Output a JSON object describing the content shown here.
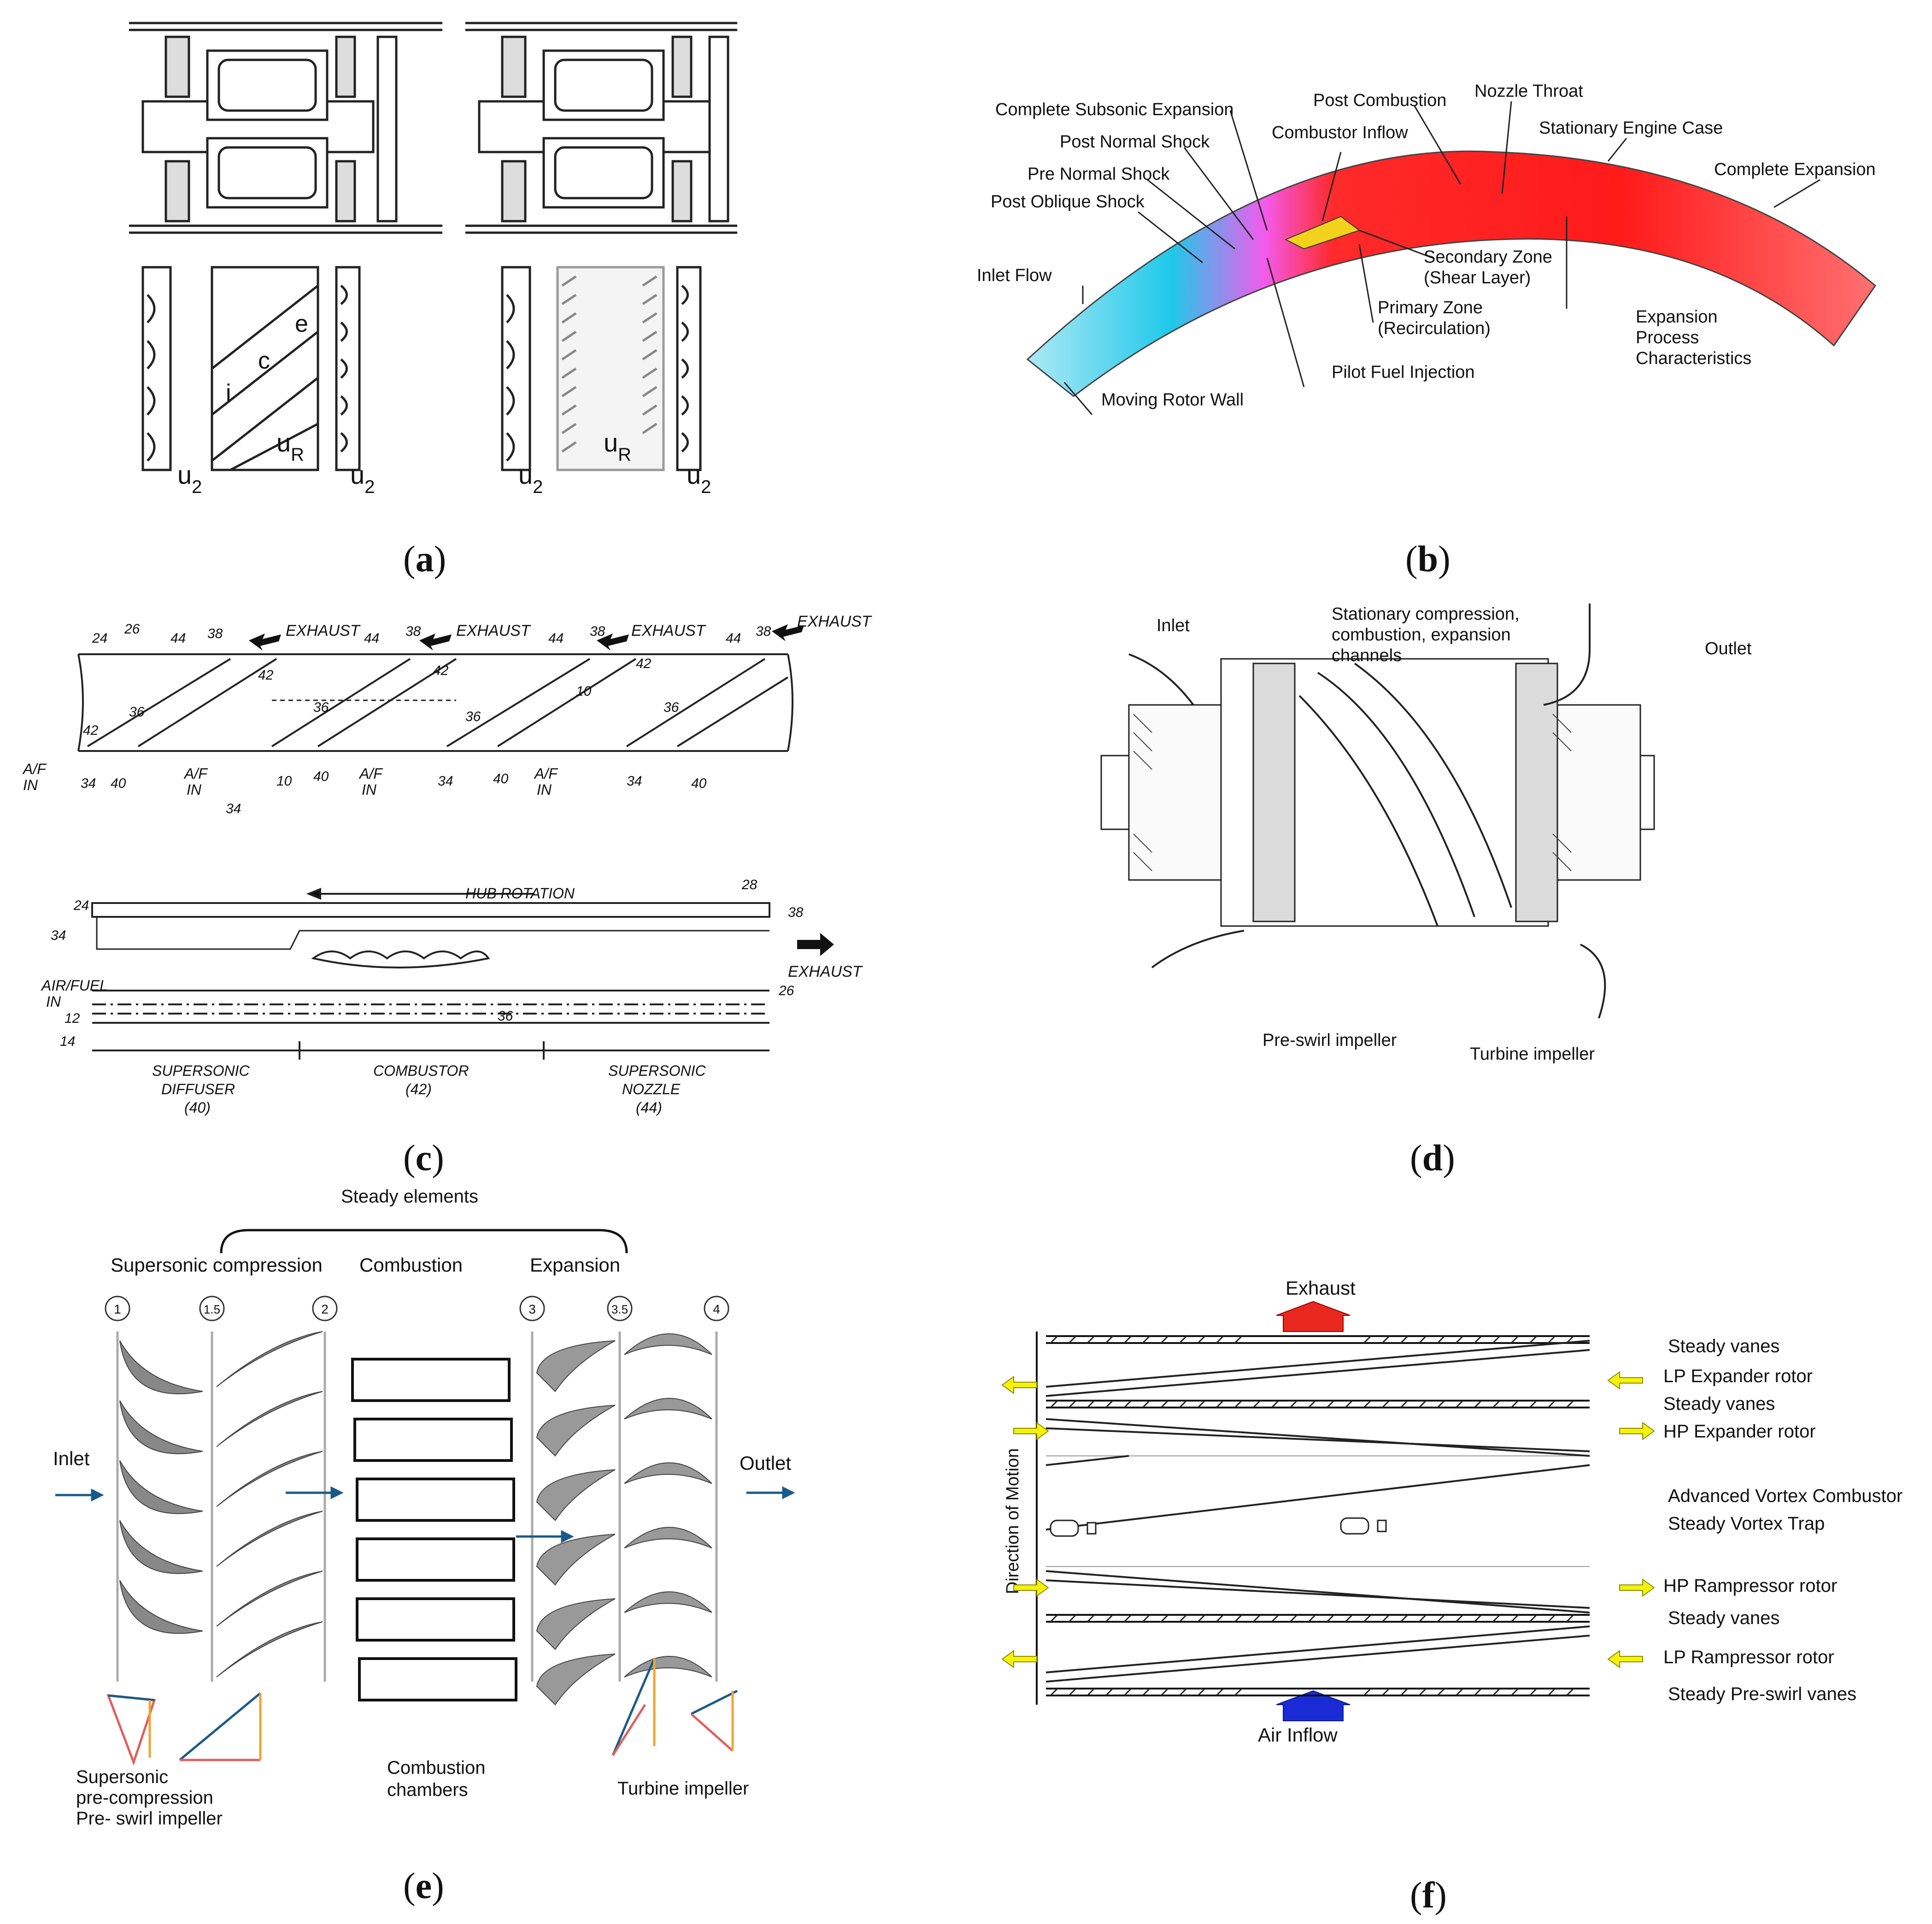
{
  "captions": {
    "a": {
      "open": "(",
      "letter": "a",
      "close": ")"
    },
    "b": {
      "open": "(",
      "letter": "b",
      "close": ")"
    },
    "c": {
      "open": "(",
      "letter": "c",
      "close": ")"
    },
    "d": {
      "open": "(",
      "letter": "d",
      "close": ")"
    },
    "e": {
      "open": "(",
      "letter": "e",
      "close": ")"
    },
    "f": {
      "open": "(",
      "letter": "f",
      "close": ")"
    }
  },
  "panel_a": {
    "letter_e": "e",
    "letter_c": "c",
    "letter_i": "i",
    "u_left": "u",
    "u_left_sub": "2",
    "u_mid": "u",
    "u_mid_sub": "R",
    "u_right": "u",
    "u_right_sub": "2",
    "u2_left": "u",
    "u2_left_sub": "2",
    "uR_right": "u",
    "uR_right_sub": "R",
    "u2_right": "u",
    "u2_right_sub": "2"
  },
  "panel_b": {
    "labels": [
      "Complete Subsonic Expansion",
      "Post Combustion",
      "Nozzle Throat",
      "Post Normal Shock",
      "Combustor Inflow",
      "Stationary Engine Case",
      "Pre Normal Shock",
      "Complete Expansion",
      "Post Oblique Shock",
      "Inlet Flow",
      "Secondary Zone",
      "(Shear Layer)",
      "Primary Zone",
      "(Recirculation)",
      "Expansion",
      "Process",
      "Characteristics",
      "Pilot Fuel Injection",
      "Moving Rotor Wall"
    ]
  },
  "panel_c": {
    "top": {
      "exhaust": "EXHAUST",
      "af_in_1": "A/F",
      "in_1": "IN",
      "af_in_2": "A/F",
      "in_2": "IN",
      "nums": [
        "24",
        "26",
        "44",
        "38",
        "44",
        "38",
        "44",
        "38",
        "44",
        "38",
        "42",
        "42",
        "42",
        "42",
        "36",
        "36",
        "36",
        "36",
        "10",
        "10",
        "34",
        "40",
        "34",
        "40",
        "34",
        "40",
        "34",
        "40"
      ]
    },
    "bottom": {
      "hub_rotation": "HUB ROTATION",
      "exhaust": "EXHAUST",
      "air_fuel": "AIR/FUEL",
      "in": "IN",
      "supersonic_diffuser_1": "SUPERSONIC",
      "supersonic_diffuser_2": "DIFFUSER",
      "supersonic_diffuser_3": "(40)",
      "combustor_1": "COMBUSTOR",
      "combustor_2": "(42)",
      "nozzle_1": "SUPERSONIC",
      "nozzle_2": "NOZZLE",
      "nozzle_3": "(44)",
      "nums": [
        "24",
        "28",
        "38",
        "34",
        "12",
        "14",
        "36",
        "26"
      ]
    }
  },
  "panel_d": {
    "inlet": "Inlet",
    "stationary_1": "Stationary compression,",
    "stationary_2": "combustion, expansion",
    "stationary_3": "channels",
    "outlet": "Outlet",
    "preswirl": "Pre-swirl impeller",
    "turbine": "Turbine impeller"
  },
  "panel_e": {
    "steady_elements": "Steady elements",
    "supersonic_compression": "Supersonic compression",
    "combustion": "Combustion",
    "expansion": "Expansion",
    "stations": [
      "1",
      "1.5",
      "2",
      "3",
      "3.5",
      "4"
    ],
    "inlet": "Inlet",
    "outlet": "Outlet",
    "combustion_chambers_1": "Combustion",
    "combustion_chambers_2": "chambers",
    "supersonic_1": "Supersonic",
    "supersonic_2": "pre-compression",
    "supersonic_3": "Pre- swirl impeller",
    "turbine_impeller": "Turbine impeller"
  },
  "panel_f": {
    "exhaust": "Exhaust",
    "air_inflow": "Air Inflow",
    "direction": "Direction of Motion",
    "right_labels": [
      "Steady vanes",
      "LP Expander rotor",
      "Steady vanes",
      "HP Expander rotor",
      "Advanced Vortex Combustor",
      "Steady Vortex Trap",
      "HP Rampressor rotor",
      "Steady vanes",
      "LP Rampressor rotor",
      "Steady Pre-swirl vanes"
    ],
    "colors": {
      "exhaust": "#e8281e",
      "inflow": "#1a2bd6",
      "arrow": "#f5f20a"
    }
  }
}
